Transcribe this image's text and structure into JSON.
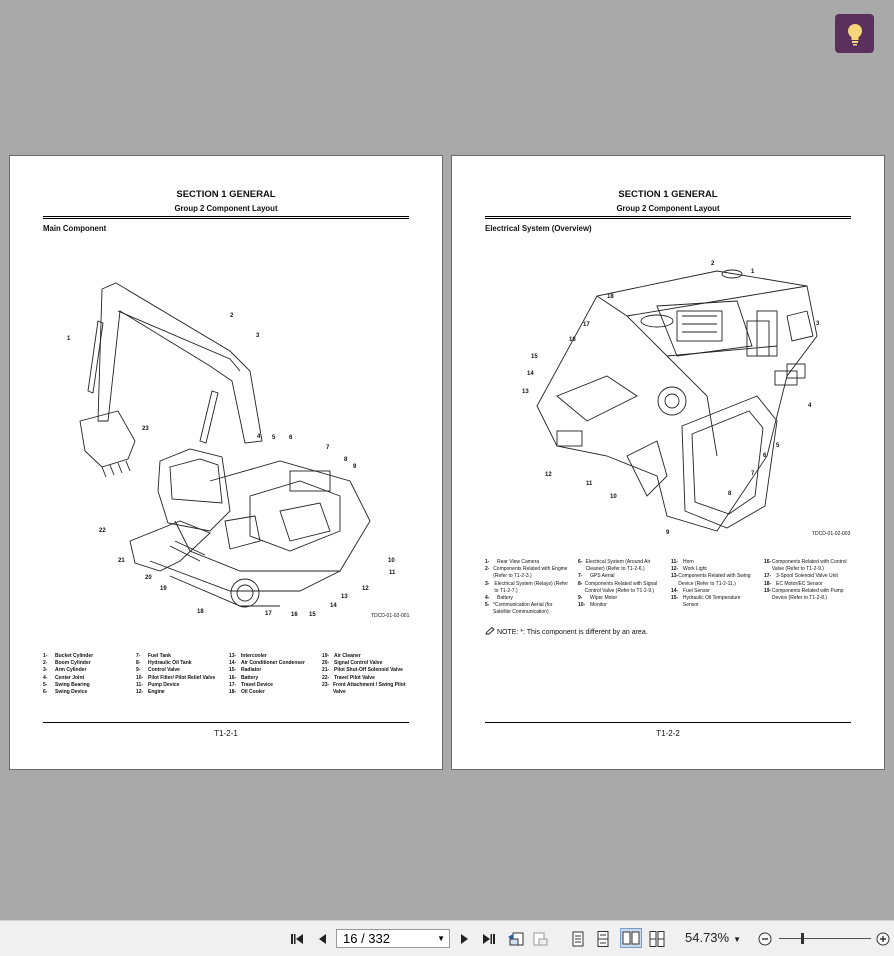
{
  "left_page": {
    "section_title": "SECTION 1 GENERAL",
    "group_title": "Group 2 Component Layout",
    "subheading": "Main Component",
    "figure_code": "TDCD-01-02-001",
    "callouts": [
      "1",
      "2",
      "3",
      "4",
      "5",
      "6",
      "7",
      "8",
      "9",
      "10",
      "11",
      "12",
      "13",
      "14",
      "15",
      "16",
      "17",
      "18",
      "19",
      "20",
      "21",
      "22",
      "23"
    ],
    "legend": [
      [
        [
          "1-",
          "Bucket Cylinder"
        ],
        [
          "2-",
          "Boom Cylinder"
        ],
        [
          "3-",
          "Arm Cylinder"
        ],
        [
          "4-",
          "Center Joint"
        ],
        [
          "5-",
          "Swing Bearing"
        ],
        [
          "6-",
          "Swing Device"
        ]
      ],
      [
        [
          "7-",
          "Fuel Tank"
        ],
        [
          "8-",
          "Hydraulic Oil Tank"
        ],
        [
          "9-",
          "Control Valve"
        ],
        [
          "10-",
          "Pilot Filter/ Pilot Relief Valve"
        ],
        [
          "11-",
          "Pump Device"
        ],
        [
          "12-",
          "Engine"
        ]
      ],
      [
        [
          "13-",
          "Intercooler"
        ],
        [
          "14-",
          "Air Conditioner Condenser"
        ],
        [
          "15-",
          "Radiator"
        ],
        [
          "16-",
          "Battery"
        ],
        [
          "17-",
          "Travel Device"
        ],
        [
          "18-",
          "Oil Cooler"
        ]
      ],
      [
        [
          "19-",
          "Air Cleaner"
        ],
        [
          "20-",
          "Signal Control Valve"
        ],
        [
          "21-",
          "Pilot Shut-Off Solenoid Valve"
        ],
        [
          "22-",
          "Travel Pilot Valve"
        ],
        [
          "23-",
          "Front Attachment / Swing Pilot Valve"
        ]
      ]
    ],
    "page_number": "T1-2-1"
  },
  "right_page": {
    "section_title": "SECTION 1 GENERAL",
    "group_title": "Group 2 Component Layout",
    "subheading": "Electrical System (Overview)",
    "figure_code": "TDCD-01-02-003",
    "callouts": [
      "1",
      "2",
      "3",
      "4",
      "5",
      "6",
      "7",
      "8",
      "9",
      "10",
      "11",
      "12",
      "13",
      "14",
      "15",
      "16",
      "17",
      "18"
    ],
    "legend": [
      [
        [
          "1-",
          "Rear View Camera"
        ],
        [
          "2-",
          "Components Related with Engine (Refer to T1-2-3.)"
        ],
        [
          "3-",
          "Electrical System (Relays) (Refer to T1-2-7.)"
        ],
        [
          "4-",
          "Battery"
        ],
        [
          "5-",
          "*Communication Aerial (for Satellite Communication)"
        ]
      ],
      [
        [
          "6-",
          "Electrical System (Around Air Cleaner) (Refer to T1-2-6.)"
        ],
        [
          "7-",
          "GPS Aerial"
        ],
        [
          "8-",
          "Components Related with Signal Control Valve (Refer to T1-2-9.)"
        ],
        [
          "9-",
          "Wiper Motor"
        ],
        [
          "10-",
          "Monitor"
        ]
      ],
      [
        [
          "11-",
          "Horn"
        ],
        [
          "12-",
          "Work Light"
        ],
        [
          "13-",
          "Components Related with Swing Device (Refer to T1-2-11.)"
        ],
        [
          "14-",
          "Fuel Sensor"
        ],
        [
          "15-",
          "Hydraulic Oil Temperature Sensor"
        ]
      ],
      [
        [
          "16-",
          "Components Related with Control Valve (Refer to T1-2-9.)"
        ],
        [
          "17-",
          "3-Spool Solenoid Valve Unit"
        ],
        [
          "18-",
          "EC Motor/EC Sensor"
        ],
        [
          "19-",
          "Components Related with Pump Device (Refer to T1-2-8.)"
        ]
      ]
    ],
    "note": "NOTE: *: This component is different by an area.",
    "page_number": "T1-2-2"
  },
  "toolbar": {
    "page_field": "16 / 332",
    "zoom_level": "54.73%"
  },
  "icons": [
    "lightbulb-icon",
    "first-page-icon",
    "prev-page-icon",
    "next-page-icon",
    "last-page-icon",
    "previous-view-icon",
    "next-view-icon",
    "single-page-icon",
    "continuous-icon",
    "two-page-icon",
    "two-page-continuous-icon",
    "zoom-out-icon",
    "zoom-in-icon",
    "pencil-note-icon"
  ]
}
